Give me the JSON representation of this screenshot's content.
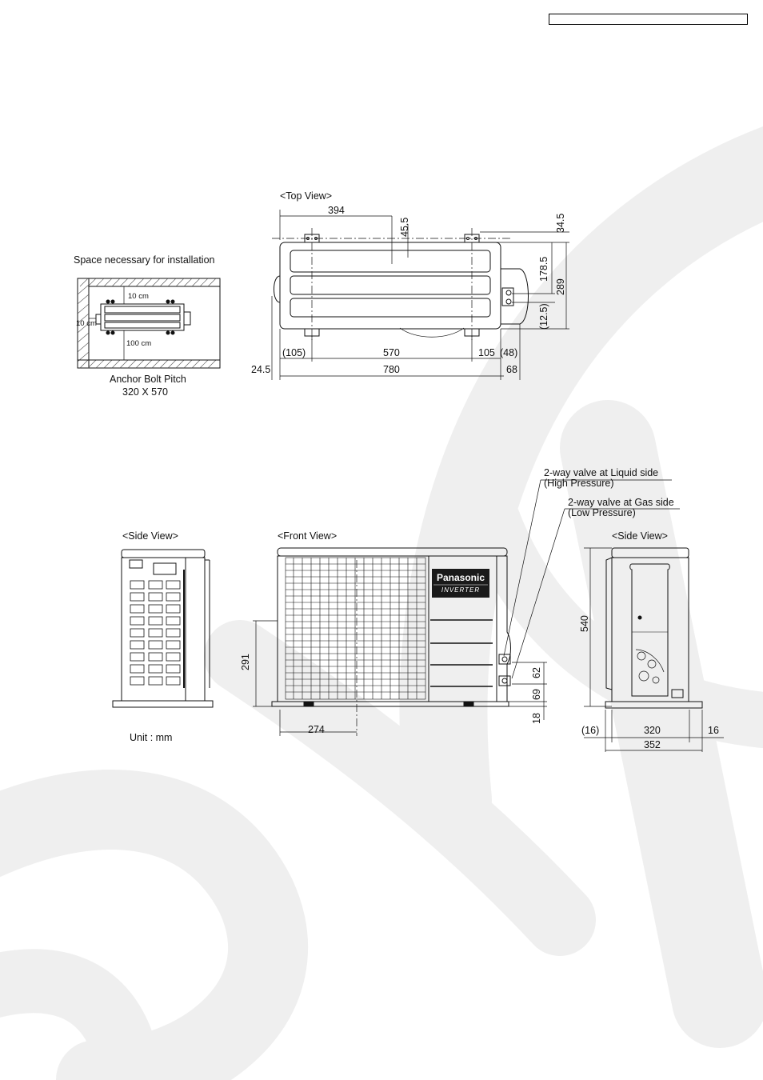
{
  "views": {
    "top": "<Top View>",
    "front": "<Front View>",
    "side_left": "<Side View>",
    "side_right": "<Side View>"
  },
  "installation": {
    "title": "Space necessary for installation",
    "clearance_top": "10 cm",
    "clearance_left": "10 cm",
    "clearance_front": "100 cm",
    "anchor_line1": "Anchor Bolt Pitch",
    "anchor_line2": "320 X 570"
  },
  "unit_note": "Unit : mm",
  "brand": {
    "name": "Panasonic",
    "sub": "INVERTER"
  },
  "valves": {
    "liquid_line1": "2-way valve at Liquid side",
    "liquid_line2": "(High Pressure)",
    "gas_line1": "2-way valve at Gas side",
    "gas_line2": "(Low Pressure)"
  },
  "dimensions": {
    "top": {
      "d394": "394",
      "d45_5": "45.5",
      "d34_5": "34.5",
      "d178_5": "178.5",
      "d289": "289",
      "d12_5": "(12.5)",
      "d105_l": "(105)",
      "d570": "570",
      "d105_r": "105",
      "d48": "(48)",
      "d24_5": "24.5",
      "d780": "780",
      "d68": "68"
    },
    "front": {
      "d291": "291",
      "d274": "274",
      "d62": "62",
      "d69": "69",
      "d18": "18"
    },
    "side": {
      "d540": "540",
      "d16_l": "(16)",
      "d320": "320",
      "d16_r": "16",
      "d352": "352"
    }
  },
  "colors": {
    "watermark": "#f0f0f0",
    "lines": "#111111",
    "brand_panel": "#1a1a1a"
  }
}
